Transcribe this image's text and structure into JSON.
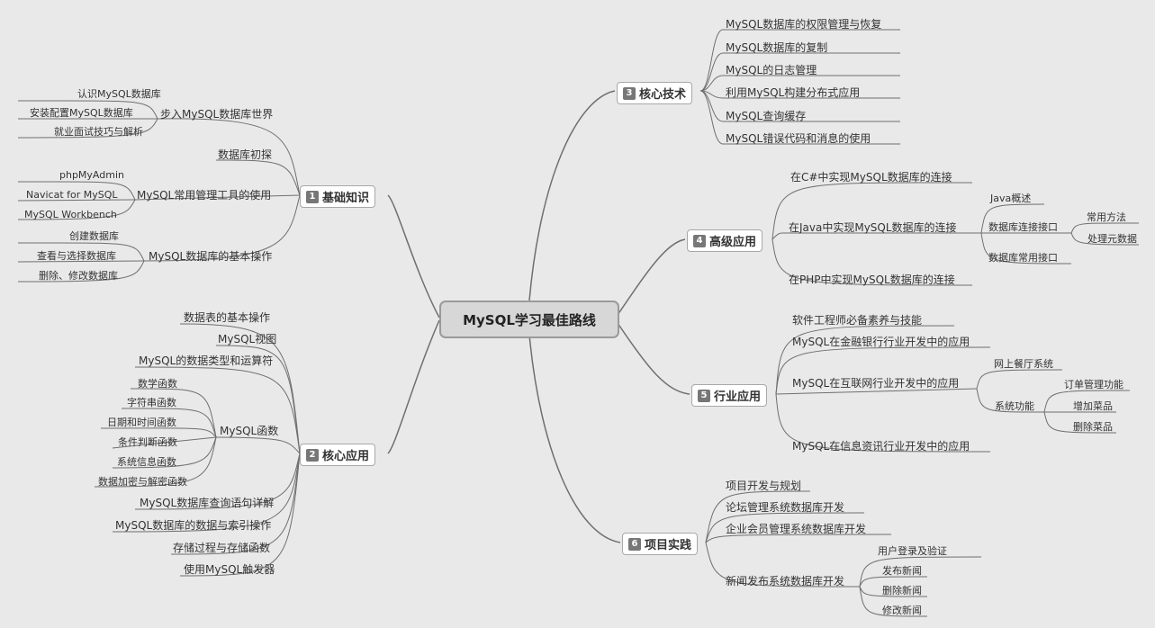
{
  "root": "MySQL学习最佳路线",
  "branches": [
    {
      "num": "1",
      "title": "基础知识",
      "children": [
        {
          "label": "步入MySQL数据库世界",
          "children": [
            "认识MySQL数据库",
            "安装配置MySQL数据库",
            "就业面试技巧与解析"
          ]
        },
        {
          "label": "数据库初探",
          "children": []
        },
        {
          "label": "MySQL常用管理工具的使用",
          "children": [
            "phpMyAdmin",
            "Navicat for MySQL",
            "MySQL Workbench"
          ]
        },
        {
          "label": "MySQL数据库的基本操作",
          "children": [
            "创建数据库",
            "查看与选择数据库",
            "删除、修改数据库"
          ]
        }
      ]
    },
    {
      "num": "2",
      "title": "核心应用",
      "children": [
        {
          "label": "数据表的基本操作",
          "children": []
        },
        {
          "label": "MySQL视图",
          "children": []
        },
        {
          "label": "MySQL的数据类型和运算符",
          "children": []
        },
        {
          "label": "MySQL函数",
          "children": [
            "数学函数",
            "字符串函数",
            "日期和时间函数",
            "条件判断函数",
            "系统信息函数",
            "数据加密与解密函数"
          ]
        },
        {
          "label": "MySQL数据库查询语句详解",
          "children": []
        },
        {
          "label": "MySQL数据库的数据与索引操作",
          "children": []
        },
        {
          "label": "存储过程与存储函数",
          "children": []
        },
        {
          "label": "使用MySQL触发器",
          "children": []
        }
      ]
    },
    {
      "num": "3",
      "title": "核心技术",
      "children": [
        {
          "label": "MySQL数据库的权限管理与恢复"
        },
        {
          "label": "MySQL数据库的复制"
        },
        {
          "label": "MySQL的日志管理"
        },
        {
          "label": "利用MySQL构建分布式应用"
        },
        {
          "label": "MySQL查询缓存"
        },
        {
          "label": "MySQL错误代码和消息的使用"
        }
      ]
    },
    {
      "num": "4",
      "title": "高级应用",
      "children": [
        {
          "label": "在C#中实现MySQL数据库的连接"
        },
        {
          "label": "在Java中实现MySQL数据库的连接",
          "children": [
            {
              "label": "Java概述"
            },
            {
              "label": "数据库连接接口",
              "children": [
                "常用方法",
                "处理元数据"
              ]
            },
            {
              "label": "数据库常用接口"
            }
          ]
        },
        {
          "label": "在PHP中实现MySQL数据库的连接"
        }
      ]
    },
    {
      "num": "5",
      "title": "行业应用",
      "children": [
        {
          "label": "软件工程师必备素养与技能"
        },
        {
          "label": "MySQL在金融银行行业开发中的应用"
        },
        {
          "label": "MySQL在互联网行业开发中的应用",
          "children": [
            {
              "label": "网上餐厅系统"
            },
            {
              "label": "系统功能",
              "children": [
                "订单管理功能",
                "增加菜品",
                "删除菜品"
              ]
            }
          ]
        },
        {
          "label": "MySQL在信息资讯行业开发中的应用"
        }
      ]
    },
    {
      "num": "6",
      "title": "项目实践",
      "children": [
        {
          "label": "项目开发与规划"
        },
        {
          "label": "论坛管理系统数据库开发"
        },
        {
          "label": "企业会员管理系统数据库开发"
        },
        {
          "label": "新闻发布系统数据库开发",
          "children": [
            "用户登录及验证",
            "发布新闻",
            "删除新闻",
            "修改新闻"
          ]
        }
      ]
    }
  ],
  "colors": {
    "background": "#e9e9e9",
    "line": "#6f6f6f",
    "root_fill": "#d7d7d7",
    "badge": "#777777"
  }
}
